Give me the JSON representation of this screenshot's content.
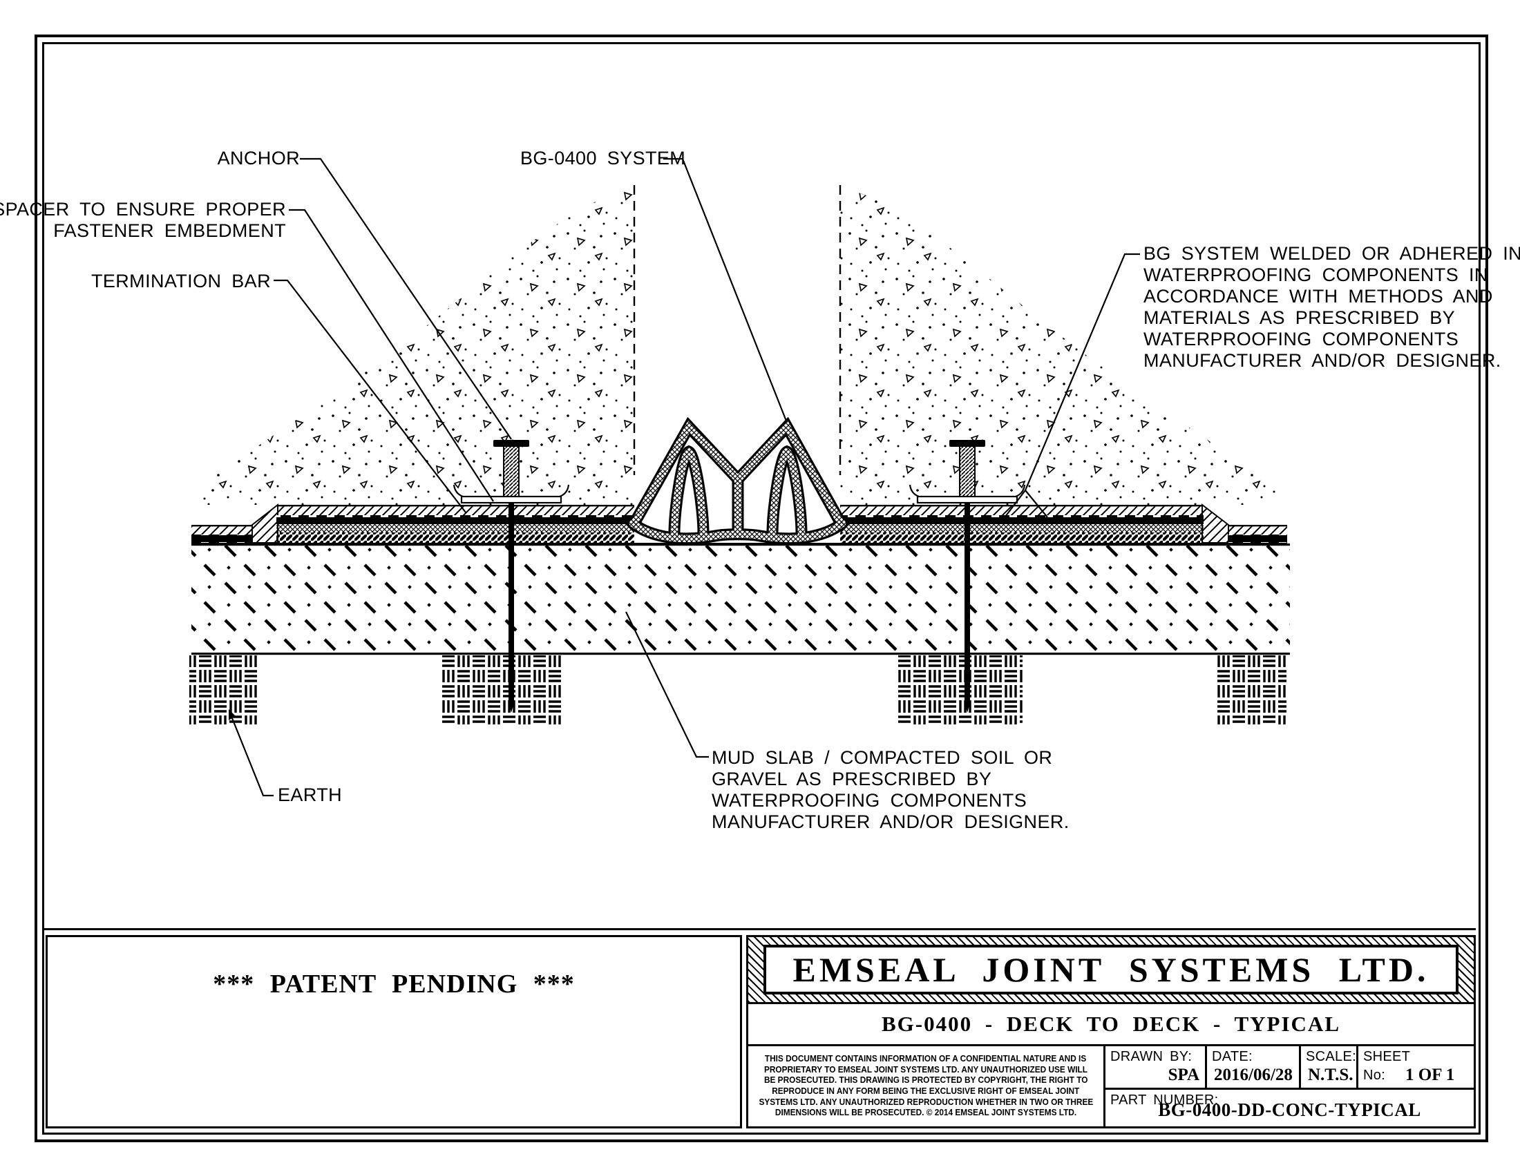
{
  "colors": {
    "ink": "#000000",
    "paper": "#ffffff"
  },
  "annotations": {
    "anchor": "ANCHOR",
    "bg_system": "BG-0400 SYSTEM",
    "spacer_line1": "SPACER TO ENSURE PROPER",
    "spacer_line2": "FASTENER EMBEDMENT",
    "termination_bar": "TERMINATION BAR",
    "bg_welded": {
      "0": "BG SYSTEM WELDED OR ADHERED INTO",
      "1": "WATERPROOFING COMPONENTS IN",
      "2": "ACCORDANCE WITH METHODS AND",
      "3": "MATERIALS AS PRESCRIBED BY",
      "4": "WATERPROOFING COMPONENTS",
      "5": "MANUFACTURER AND/OR DESIGNER."
    },
    "mud_slab": {
      "0": "MUD SLAB / COMPACTED SOIL OR",
      "1": "GRAVEL AS PRESCRIBED BY",
      "2": "WATERPROOFING COMPONENTS",
      "3": "MANUFACTURER AND/OR DESIGNER."
    },
    "earth": "EARTH"
  },
  "patent_notice": "*** PATENT PENDING ***",
  "title_block": {
    "company": "EMSEAL JOINT SYSTEMS LTD.",
    "drawing_title": "BG-0400 - DECK TO DECK - TYPICAL",
    "confidentiality": {
      "0": "THIS DOCUMENT CONTAINS INFORMATION OF A CONFIDENTIAL NATURE AND IS",
      "1": "PROPRIETARY TO EMSEAL JOINT SYSTEMS LTD. ANY UNAUTHORIZED USE WILL",
      "2": "BE PROSECUTED. THIS DRAWING IS PROTECTED BY COPYRIGHT, THE RIGHT TO",
      "3": "REPRODUCE IN ANY FORM BEING THE EXCLUSIVE RIGHT OF EMSEAL JOINT",
      "4": "SYSTEMS LTD. ANY UNAUTHORIZED REPRODUCTION WHETHER IN TWO OR THREE",
      "5": "DIMENSIONS WILL BE PROSECUTED. © 2014 EMSEAL JOINT SYSTEMS LTD."
    },
    "drawn_by_label": "DRAWN BY:",
    "drawn_by": "SPA",
    "date_label": "DATE:",
    "date": "2016/06/28",
    "scale_label": "SCALE:",
    "scale": "N.T.S.",
    "sheet_label": "SHEET",
    "sheet_no_label": "No:",
    "sheet": "1 OF 1",
    "part_number_label": "PART NUMBER:",
    "part_number": "BG-0400-DD-CONC-TYPICAL"
  }
}
